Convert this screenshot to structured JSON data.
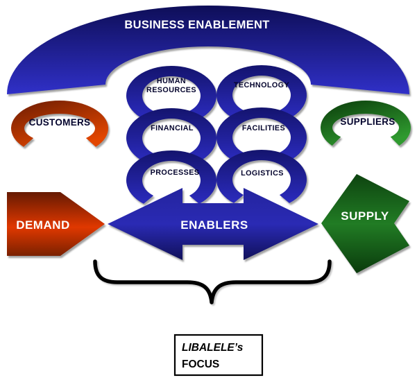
{
  "arch": {
    "label": "BUSINESS ENABLEMENT"
  },
  "side_rings": {
    "customers": {
      "label": "CUSTOMERS"
    },
    "suppliers": {
      "label": "SUPPLIERS"
    }
  },
  "enabler_rings": {
    "human_resources": {
      "line1": "HUMAN",
      "line2": "RESOURCES"
    },
    "technology": {
      "label": "TECHNOLOGY"
    },
    "financial": {
      "label": "FINANCIAL"
    },
    "facilities": {
      "label": "FACILITIES"
    },
    "processes": {
      "label": "PROCESSES"
    },
    "logistics": {
      "label": "LOGISTICS"
    }
  },
  "arrows": {
    "demand": {
      "label": "DEMAND"
    },
    "enablers": {
      "label": "ENABLERS"
    },
    "supply": {
      "label": "SUPPLY"
    }
  },
  "focus_box": {
    "line1": "LIBALELE’s",
    "line2": "FOCUS"
  },
  "colors": {
    "arch_top": "#0E0E58",
    "arch_bottom": "#3030C8",
    "blue_ring_top": "#14146E",
    "blue_ring_bottom": "#2B2BBE",
    "red_ring_dark": "#6B1C02",
    "red_ring_bright": "#E24600",
    "green_ring_dark": "#0B3B0B",
    "green_ring_bright": "#2F9A2F",
    "demand_dark": "#651A02",
    "demand_bright": "#E03800",
    "demand_edge": "#7A2000",
    "enablers_top": "#24249E",
    "enablers_mid": "#2A2AB4",
    "enablers_bottom": "#10105A",
    "supply_dark": "#0E4410",
    "supply_bright": "#217C24",
    "supply_edge": "#0A3A0C",
    "label_light": "#FFFFFF",
    "label_dark": "#05052E",
    "brace": "#000000",
    "box_border": "#000000",
    "focus_text": "#000000"
  }
}
